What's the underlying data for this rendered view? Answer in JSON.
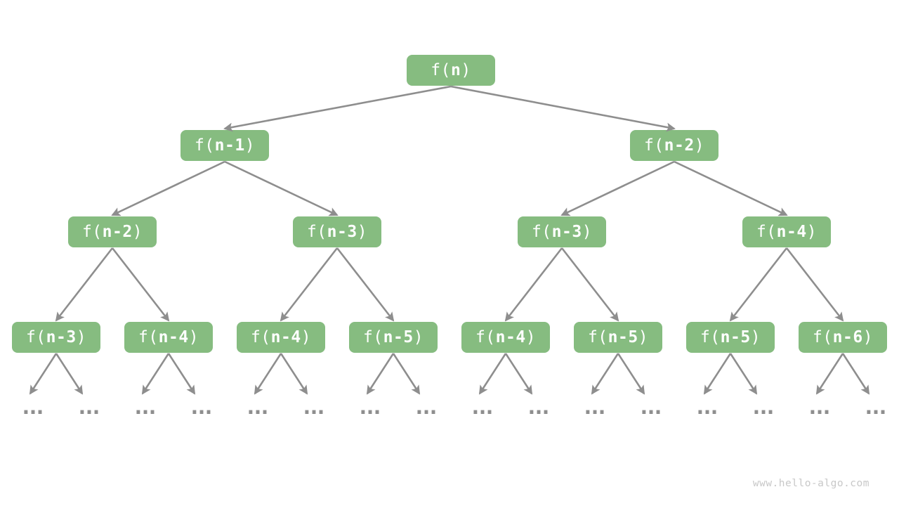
{
  "colors": {
    "background": "#FFFFFF",
    "node_fill": "#86BC80",
    "node_text": "#FFFFFF",
    "edge": "#8E8E8E",
    "ellipsis": "#8E8E8E",
    "watermark": "#C8C8C8"
  },
  "tree": {
    "levels": [
      [
        {
          "prefix": "f(",
          "arg": "n",
          "suffix": ")"
        }
      ],
      [
        {
          "prefix": "f(",
          "arg": "n-1",
          "suffix": ")"
        },
        {
          "prefix": "f(",
          "arg": "n-2",
          "suffix": ")"
        }
      ],
      [
        {
          "prefix": "f(",
          "arg": "n-2",
          "suffix": ")"
        },
        {
          "prefix": "f(",
          "arg": "n-3",
          "suffix": ")"
        },
        {
          "prefix": "f(",
          "arg": "n-3",
          "suffix": ")"
        },
        {
          "prefix": "f(",
          "arg": "n-4",
          "suffix": ")"
        }
      ],
      [
        {
          "prefix": "f(",
          "arg": "n-3",
          "suffix": ")"
        },
        {
          "prefix": "f(",
          "arg": "n-4",
          "suffix": ")"
        },
        {
          "prefix": "f(",
          "arg": "n-4",
          "suffix": ")"
        },
        {
          "prefix": "f(",
          "arg": "n-5",
          "suffix": ")"
        },
        {
          "prefix": "f(",
          "arg": "n-4",
          "suffix": ")"
        },
        {
          "prefix": "f(",
          "arg": "n-5",
          "suffix": ")"
        },
        {
          "prefix": "f(",
          "arg": "n-5",
          "suffix": ")"
        },
        {
          "prefix": "f(",
          "arg": "n-6",
          "suffix": ")"
        }
      ]
    ],
    "leaf_ellipsis": "..."
  },
  "watermark": "www.hello-algo.com"
}
